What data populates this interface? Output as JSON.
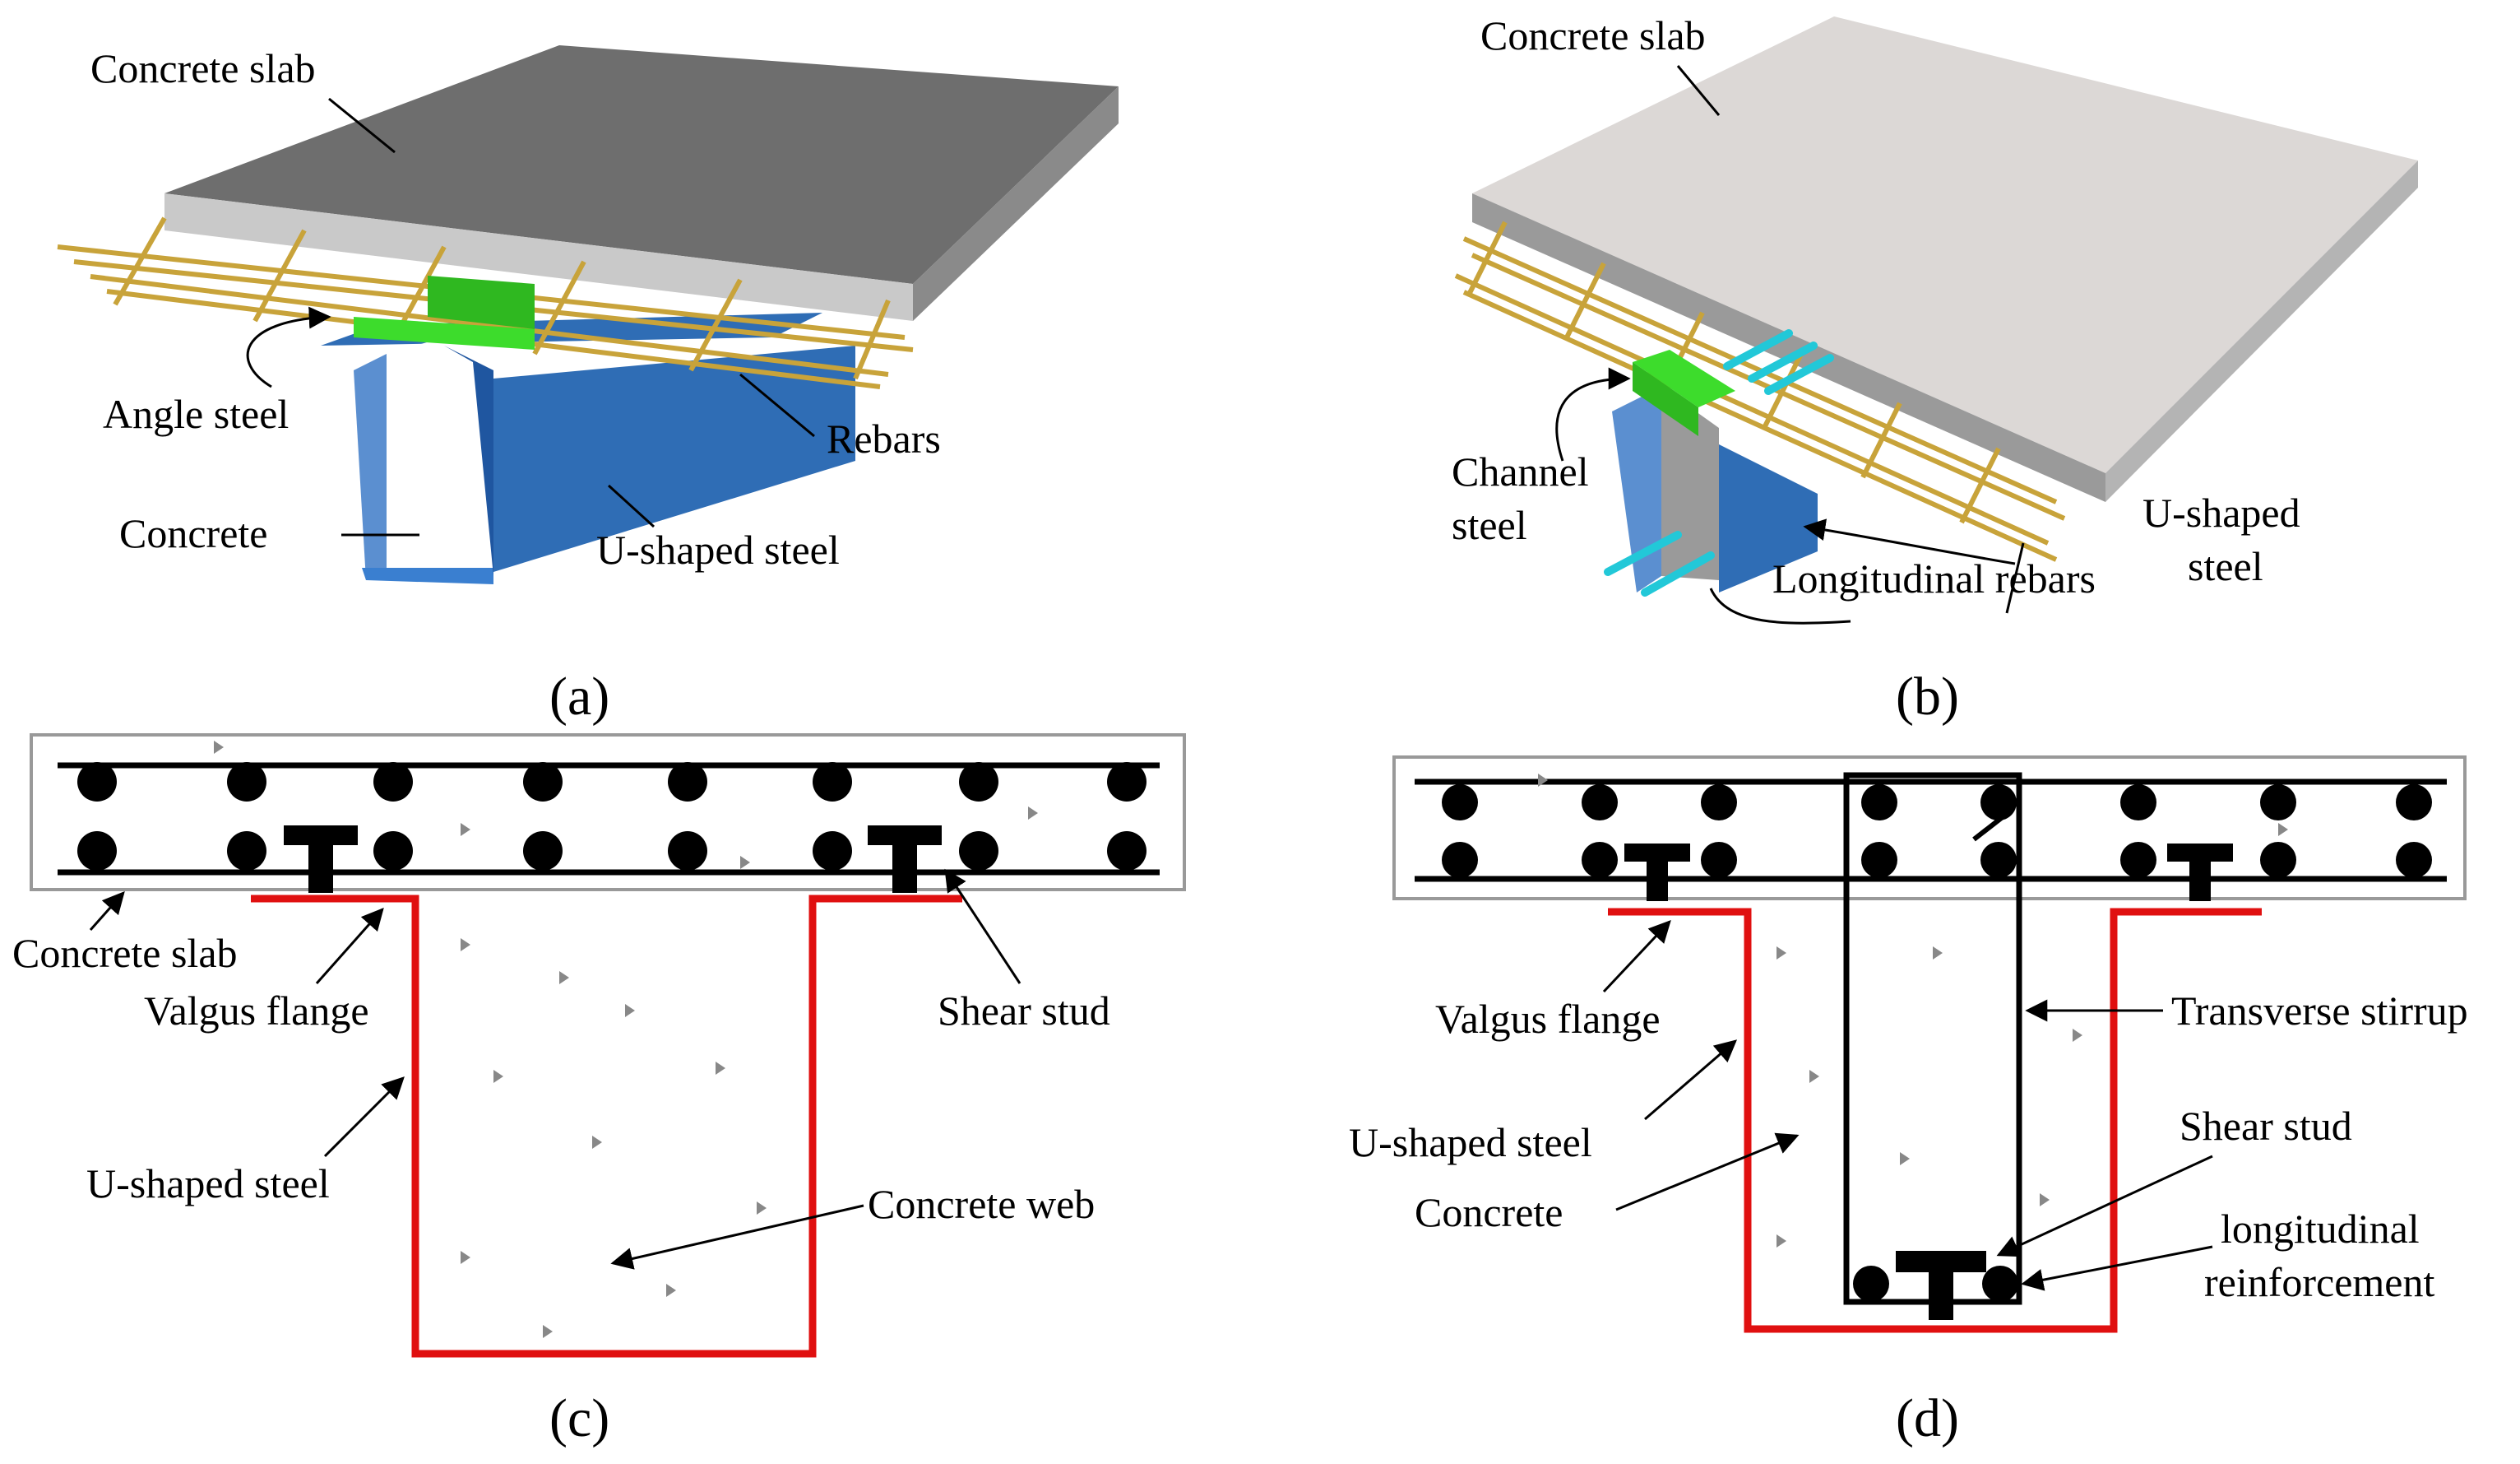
{
  "panel_a": {
    "caption": "(a)",
    "labels": {
      "concrete_slab": "Concrete slab",
      "angle_steel": "Angle steel",
      "rebars": "Rebars",
      "concrete": "Concrete",
      "u_shaped_steel": "U-shaped steel"
    }
  },
  "panel_b": {
    "caption": "(b)",
    "labels": {
      "concrete_slab": "Concrete slab",
      "channel_line1": "Channel",
      "channel_line2": "steel",
      "u_shaped_line1": "U-shaped",
      "u_shaped_line2": "steel",
      "longitudinal_rebars": "Longitudinal rebars"
    }
  },
  "panel_c": {
    "caption": "(c)",
    "labels": {
      "concrete_slab": "Concrete slab",
      "valgus_flange": "Valgus flange",
      "shear_stud": "Shear stud",
      "u_shaped_steel": "U-shaped steel",
      "concrete_web": "Concrete web"
    }
  },
  "panel_d": {
    "caption": "(d)",
    "labels": {
      "valgus_flange": "Valgus flange",
      "transverse_stirrup": "Transverse stirrup",
      "u_shaped_steel": "U-shaped steel",
      "shear_stud": "Shear stud",
      "concrete": "Concrete",
      "longitudinal_line1": "longitudinal",
      "longitudinal_line2": "reinforcement"
    }
  },
  "colors": {
    "slab_dark": "#6e6e6e",
    "slab_light": "#dcd8d6",
    "steel_blue": "#2f6db5",
    "rebar_gold": "#c8a33a",
    "angle_green": "#3ddc2c",
    "stud_cyan": "#22c8d8",
    "section_red": "#e01010"
  }
}
